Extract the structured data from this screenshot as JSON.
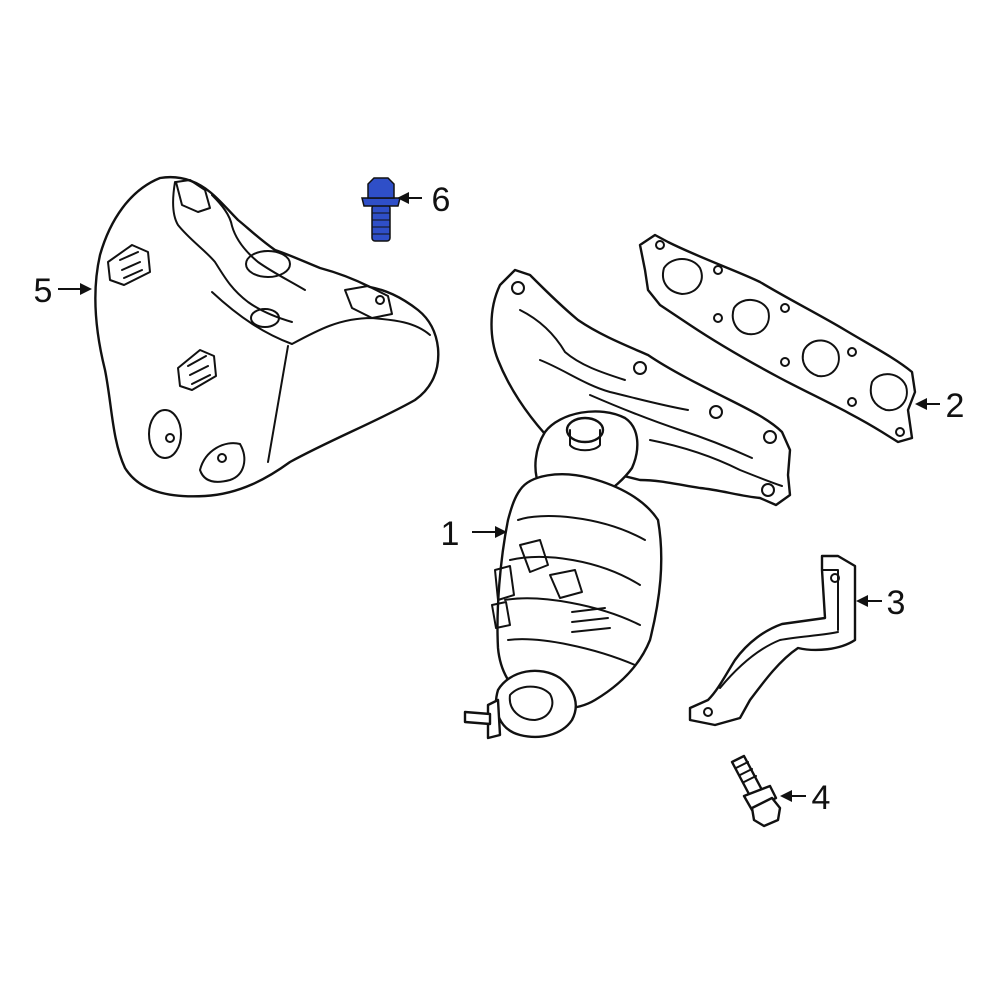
{
  "diagram": {
    "highlight_color": "#2f4fc8",
    "highlighted_part": "6",
    "callouts": [
      {
        "id": "1",
        "label": "1",
        "part": "catalytic-converter-manifold"
      },
      {
        "id": "2",
        "label": "2",
        "part": "manifold-gasket"
      },
      {
        "id": "3",
        "label": "3",
        "part": "support-bracket"
      },
      {
        "id": "4",
        "label": "4",
        "part": "bracket-bolt"
      },
      {
        "id": "5",
        "label": "5",
        "part": "heat-shield"
      },
      {
        "id": "6",
        "label": "6",
        "part": "heat-shield-bolt"
      }
    ]
  }
}
